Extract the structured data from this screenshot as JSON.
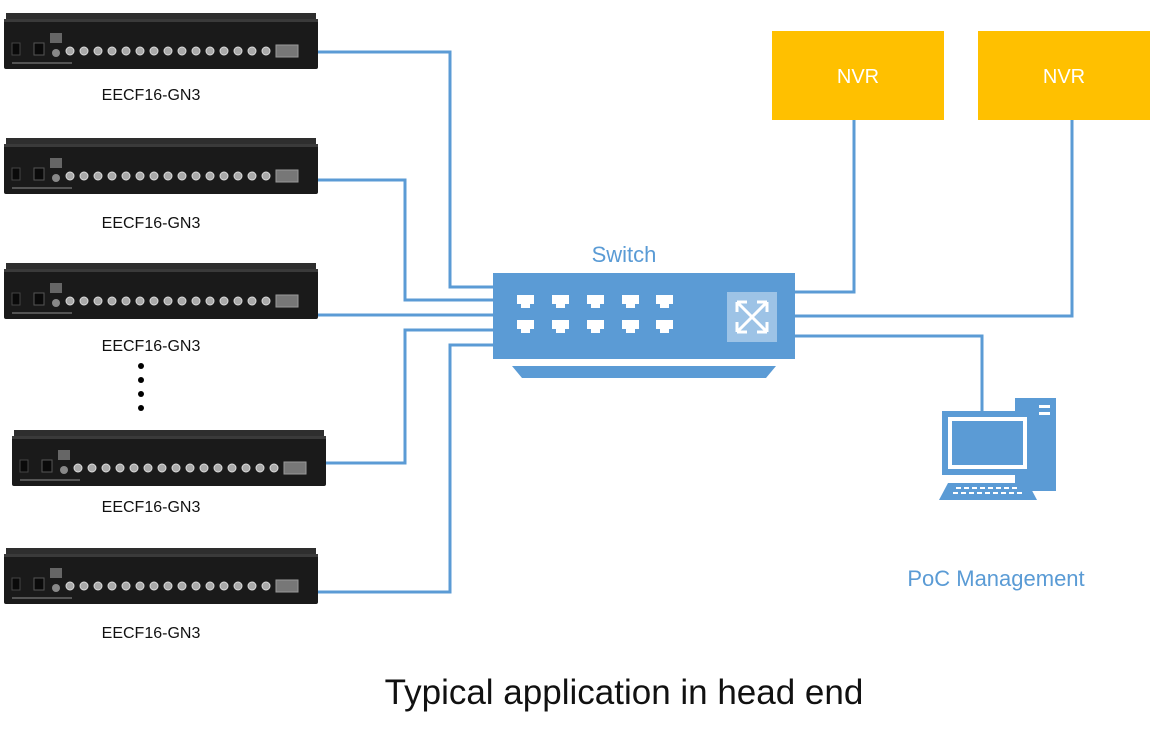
{
  "devices": [
    {
      "label": "EECF16-GN3"
    },
    {
      "label": "EECF16-GN3"
    },
    {
      "label": "EECF16-GN3"
    },
    {
      "label": "EECF16-GN3"
    },
    {
      "label": "EECF16-GN3"
    }
  ],
  "switch": {
    "label": "Switch"
  },
  "nvrs": [
    {
      "label": "NVR"
    },
    {
      "label": "NVR"
    }
  ],
  "management": {
    "label": "PoC Management"
  },
  "caption": "Typical application in head end",
  "colors": {
    "link": "#5b9bd5",
    "nvr_box": "#ffc000",
    "switch_body": "#5b9bd5",
    "device_body": "#1c1c1c"
  }
}
